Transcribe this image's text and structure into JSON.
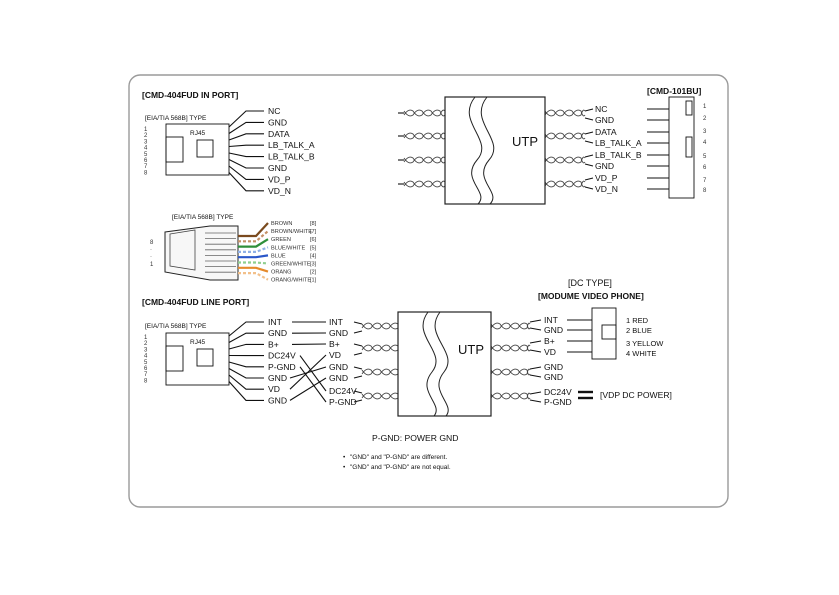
{
  "in_port": {
    "title": "[CMD-404FUD IN PORT]",
    "standard": "[EIA/TIA 568B]  TYPE",
    "jack_label": "RJ45",
    "pin_numbers": [
      "1",
      "2",
      "3",
      "4",
      "5",
      "6",
      "7",
      "8"
    ],
    "signals": [
      "NC",
      "GND",
      "DATA",
      "LB_TALK_A",
      "LB_TALK_B",
      "GND",
      "VD_P",
      "VD_N"
    ]
  },
  "cmd101bu": {
    "title": "[CMD-101BU]",
    "cable_label": "UTP",
    "signals": [
      "NC",
      "GND",
      "DATA",
      "LB_TALK_A",
      "LB_TALK_B",
      "GND",
      "VD_P",
      "VD_N"
    ],
    "pin_numbers": [
      "1",
      "2",
      "3",
      "4",
      "5",
      "6",
      "7",
      "8"
    ]
  },
  "plug": {
    "standard": "[EIA/TIA 568B]  TYPE",
    "side_marks": [
      "8",
      "·",
      "·",
      "1"
    ],
    "wire_colors": [
      "BROWN",
      "BROWN/WHITE",
      "GREEN",
      "BLUE/WHITE",
      "BLUE",
      "GREEN/WHITE",
      "ORANG",
      "ORANG/WHITE"
    ],
    "wire_numbers": [
      "[8]",
      "[7]",
      "[6]",
      "[5]",
      "[4]",
      "[3]",
      "[2]",
      "[1]"
    ]
  },
  "line_port": {
    "title": "[CMD-404FUD LINE PORT]",
    "standard": "[EIA/TIA 568B]  TYPE",
    "jack_label": "RJ45",
    "pin_numbers": [
      "1",
      "2",
      "3",
      "4",
      "5",
      "6",
      "7",
      "8"
    ],
    "signals": [
      "INT",
      "GND",
      "B+",
      "DC24V",
      "P-GND",
      "GND",
      "VD",
      "GND"
    ],
    "mid_labels": [
      "INT",
      "GND",
      "B+",
      "VD",
      "GND",
      "GND",
      "DC24V",
      "P-GND"
    ]
  },
  "dc_type": {
    "title": "[DC TYPE]",
    "subtitle": "[MODUME VIDEO PHONE]",
    "cable_label": "UTP",
    "signals": [
      "INT",
      "GND",
      "B+",
      "VD",
      "GND",
      "GND",
      "DC24V",
      "P-GND"
    ],
    "pins": [
      "1 RED",
      "2 BLUE",
      "3 YELLOW",
      "4 WHITE"
    ],
    "power_label": "[VDP DC POWER]"
  },
  "notes": {
    "pgnd": "P-GND: POWER GND",
    "line1": "\"GND\" and \"P-GND\" are different.",
    "line2": "\"GND\" and \"P-GND\" are not equal."
  },
  "colors": {
    "ink": "#111111",
    "frame": "#9a9a9a",
    "twist": "#444444"
  }
}
